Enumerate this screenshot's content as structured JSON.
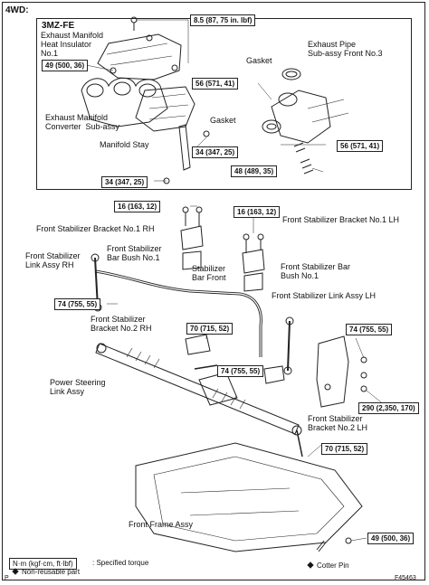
{
  "drive_label": "4WD:",
  "engine_label": "3MZ-FE",
  "labels": {
    "heat_insulator": "Exhaust Manifold\nHeat Insulator\nNo.1",
    "gasket_top": "Gasket",
    "exhaust_pipe": "Exhaust Pipe\nSub-assy Front No.3",
    "gasket_mid": "Gasket",
    "manifold_converter": "Exhaust Manifold\nConverter  Sub-assy",
    "manifold_stay": "Manifold Stay",
    "stab_bracket_rh": "Front Stabilizer Bracket No.1 RH",
    "stab_bracket_lh": "Front Stabilizer Bracket No.1 LH",
    "stab_link_rh": "Front Stabilizer\nLink Assy RH",
    "bar_bush": "Front Stabilizer\nBar Bush No.1",
    "stab_bar": "Stabilizer\nBar Front",
    "stab_bar_bush_r": "Front Stabilizer Bar\nBush No.1",
    "stab_link_lh": "Front Stabilizer Link Assy LH",
    "stab_bracket2_rh": "Front Stabilizer\nBracket No.2 RH",
    "power_steering": "Power Steering\nLink Assy",
    "stab_bracket2_lh": "Front Stabilizer\nBracket No.2 LH",
    "front_frame": "Front Frame Assy"
  },
  "torques": {
    "t_8_5": "8.5 (87, 75 in. lbf)",
    "t_49a": "49 (500, 36)",
    "t_56a": "56 (571, 41)",
    "t_34a": "34 (347, 25)",
    "t_56b": "56 (571, 41)",
    "t_48": "48 (489, 35)",
    "t_34b": "34 (347, 25)",
    "t_16a": "16 (163, 12)",
    "t_16b": "16 (163, 12)",
    "t_74a": "74 (755, 55)",
    "t_70a": "70 (715, 52)",
    "t_74b": "74 (755, 55)",
    "t_74c": "74 (755, 55)",
    "t_290": "290 (2,350, 170)",
    "t_70b": "70 (715, 52)",
    "t_49b": "49 (500, 36)"
  },
  "legend": {
    "unit_box": "N·m (kgf·cm, ft·lbf)",
    "unit_desc": ": Specified torque",
    "nonreusable": "Non-reusable part",
    "cotter_pin": "Cotter Pin"
  },
  "footer": {
    "page_mark": "P",
    "figure_id": "F45463"
  }
}
